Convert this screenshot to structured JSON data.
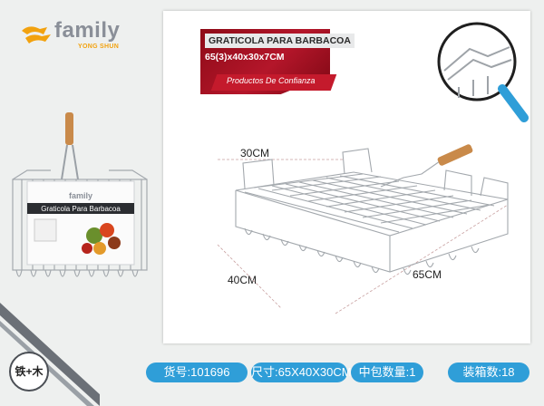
{
  "brand": {
    "name": "family",
    "subtitle": "YONG SHUN"
  },
  "product": {
    "title_line1": "GRATICOLA PARA BARBACOA",
    "title_line2": "65(3)x40x30x7CM",
    "tagline": "Productos De Confianza",
    "package_label": "Graticola Para Barbacoa",
    "package_brand": "family"
  },
  "dimensions": {
    "width": "30CM",
    "depth": "40CM",
    "length": "65CM"
  },
  "material_badge": "铁+木",
  "footer": {
    "item_no": "货号:101696",
    "size": "尺寸:65X40X30CM",
    "inner_pack": "中包数量:1",
    "carton_qty": "装箱数:18"
  },
  "colors": {
    "accent_blue": "#2f9ed8",
    "banner_red": "#b4162a",
    "logo_orange": "#f2a20f",
    "logo_gray": "#8a8f98",
    "handle_wood": "#c98a4a"
  }
}
